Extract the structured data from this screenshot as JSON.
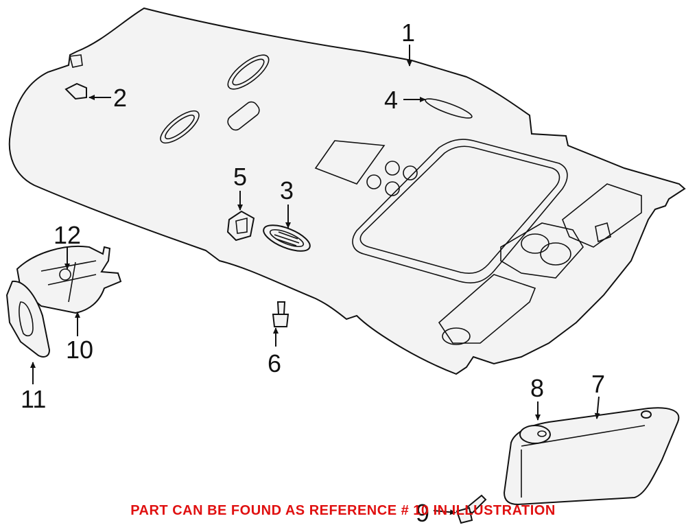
{
  "callouts": [
    "1",
    "2",
    "3",
    "4",
    "5",
    "6",
    "7",
    "8",
    "9",
    "10",
    "11",
    "12"
  ],
  "note": "PART CAN BE FOUND AS REFERENCE # 10 IN ILLUSTRATION"
}
